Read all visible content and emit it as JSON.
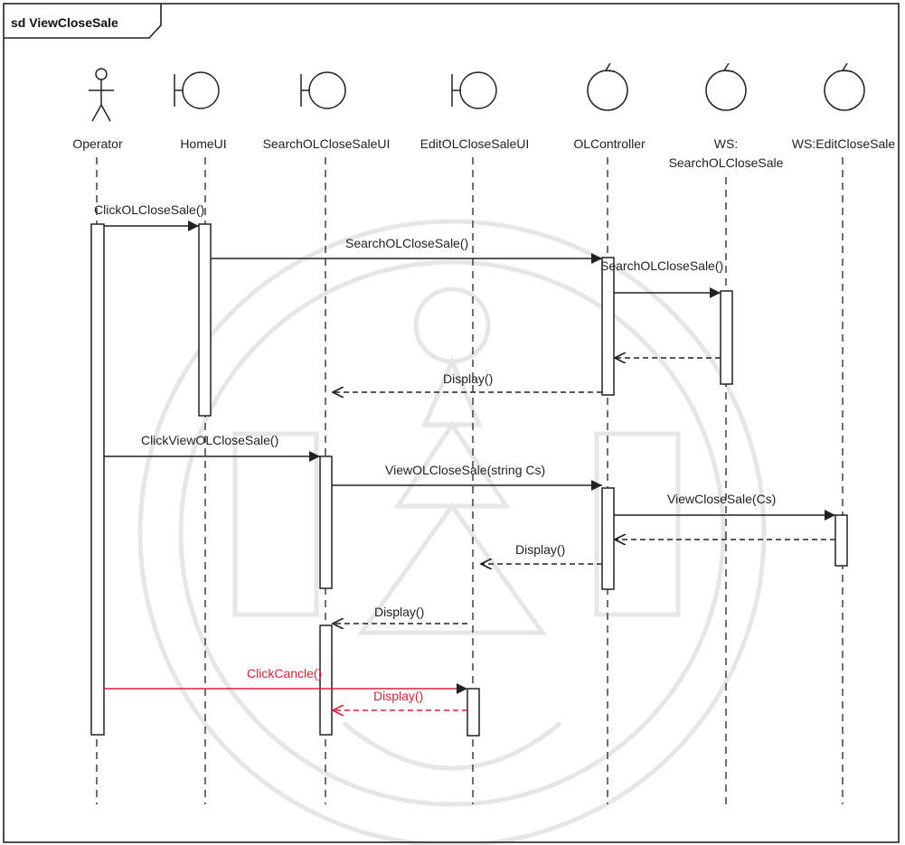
{
  "frame": {
    "title": "sd ViewCloseSale"
  },
  "lifelines": [
    {
      "id": "operator",
      "name": "Operator",
      "kind": "actor"
    },
    {
      "id": "homeui",
      "name": "HomeUI",
      "kind": "boundary"
    },
    {
      "id": "searchui",
      "name": "SearchOLCloseSaleUI",
      "kind": "boundary"
    },
    {
      "id": "editui",
      "name": "EditOLCloseSaleUI",
      "kind": "boundary"
    },
    {
      "id": "controller",
      "name": "OLController",
      "kind": "control"
    },
    {
      "id": "wssearch",
      "name_lines": [
        "WS:",
        "SearchOLCloseSale"
      ],
      "kind": "control"
    },
    {
      "id": "wsedit",
      "name": "WS:EditCloseSale",
      "kind": "control"
    }
  ],
  "messages": [
    {
      "label": "ClickOLCloseSale()",
      "from": "operator",
      "to": "homeui",
      "type": "call",
      "color": "#222222"
    },
    {
      "label": "SearchOLCloseSale()",
      "from": "homeui",
      "to": "controller",
      "type": "call",
      "color": "#222222"
    },
    {
      "label": "SearchOLCloseSale()",
      "from": "controller",
      "to": "wssearch",
      "type": "call",
      "color": "#222222"
    },
    {
      "label": "",
      "from": "wssearch",
      "to": "controller",
      "type": "return",
      "color": "#222222"
    },
    {
      "label": "Display()",
      "from": "controller",
      "to": "searchui",
      "type": "return",
      "color": "#222222"
    },
    {
      "label": "ClickViewOLCloseSale()",
      "from": "operator",
      "to": "searchui",
      "type": "call",
      "color": "#222222"
    },
    {
      "label": "ViewOLCloseSale(string Cs)",
      "from": "searchui",
      "to": "controller",
      "type": "call",
      "color": "#222222"
    },
    {
      "label": "ViewCloseSale(Cs)",
      "from": "controller",
      "to": "wsedit",
      "type": "call",
      "color": "#222222"
    },
    {
      "label": "",
      "from": "wsedit",
      "to": "controller",
      "type": "return",
      "color": "#222222"
    },
    {
      "label": "Display()",
      "from": "controller",
      "to": "editui",
      "type": "return",
      "color": "#222222"
    },
    {
      "label": "Display()",
      "from": "editui",
      "to": "searchui",
      "type": "return",
      "color": "#222222"
    },
    {
      "label": "ClickCancle()",
      "from": "operator",
      "to": "editui",
      "type": "call",
      "color": "#d4243a"
    },
    {
      "label": "Display()",
      "from": "editui",
      "to": "searchui",
      "type": "return",
      "color": "#d4243a"
    }
  ]
}
